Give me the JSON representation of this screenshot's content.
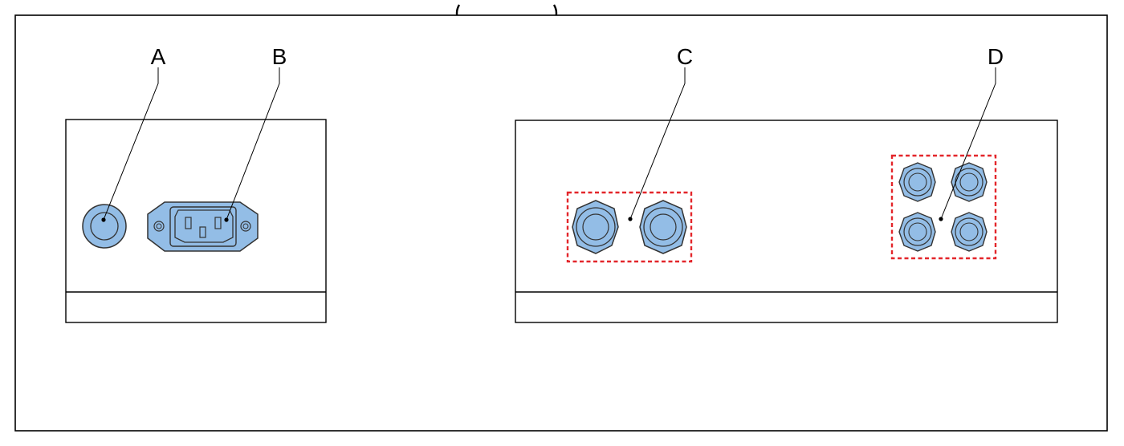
{
  "callouts": {
    "a": "A",
    "b": "B",
    "c": "C",
    "d": "D"
  },
  "colors": {
    "connector_fill": "#93bde6",
    "stroke": "#333333",
    "outline": "#000000",
    "highlight_box": "#e3262b",
    "background": "#ffffff"
  },
  "icons": {
    "a": "round-jack-icon",
    "b": "iec-power-inlet-icon",
    "c": "cable-gland-icon",
    "d": "cable-gland-icon"
  }
}
